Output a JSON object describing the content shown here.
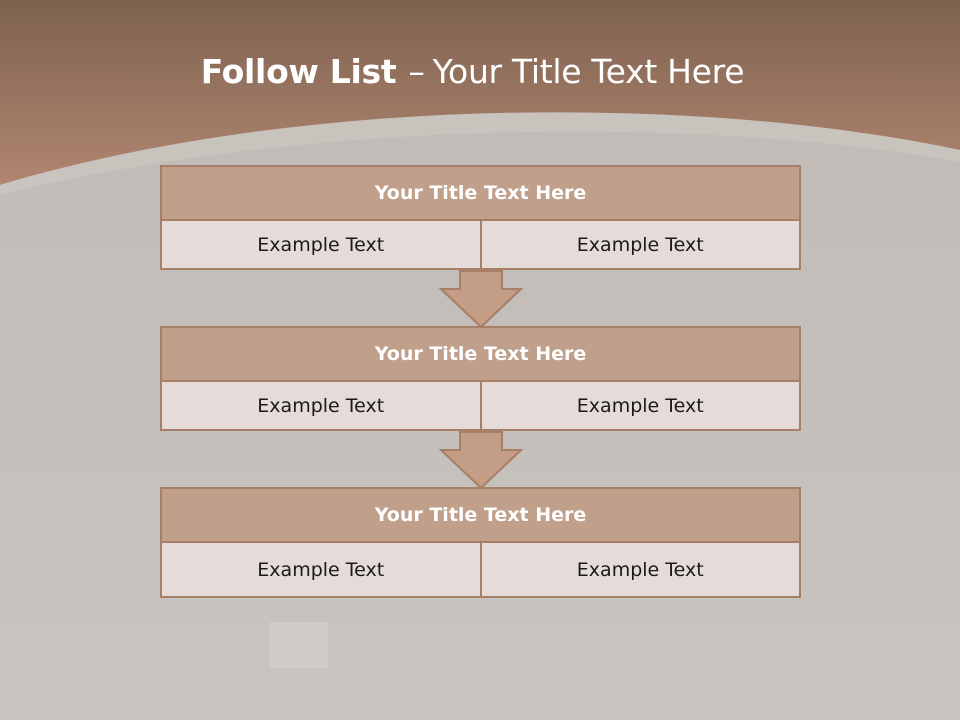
{
  "slide": {
    "title_bold": "Follow List",
    "title_sep": "–",
    "title_rest": "Your Title Text Here"
  },
  "blocks": [
    {
      "title": "Your Title Text Here",
      "left": "Example Text",
      "right": "Example Text"
    },
    {
      "title": "Your Title Text Here",
      "left": "Example Text",
      "right": "Example Text"
    },
    {
      "title": "Your Title Text Here",
      "left": "Example Text",
      "right": "Example Text"
    }
  ],
  "colors": {
    "header_band": "#a07c66",
    "block_head": "#c09f8b",
    "block_cell": "#e5dbd8",
    "border": "#a77e66",
    "arrow": "#c49d87"
  }
}
